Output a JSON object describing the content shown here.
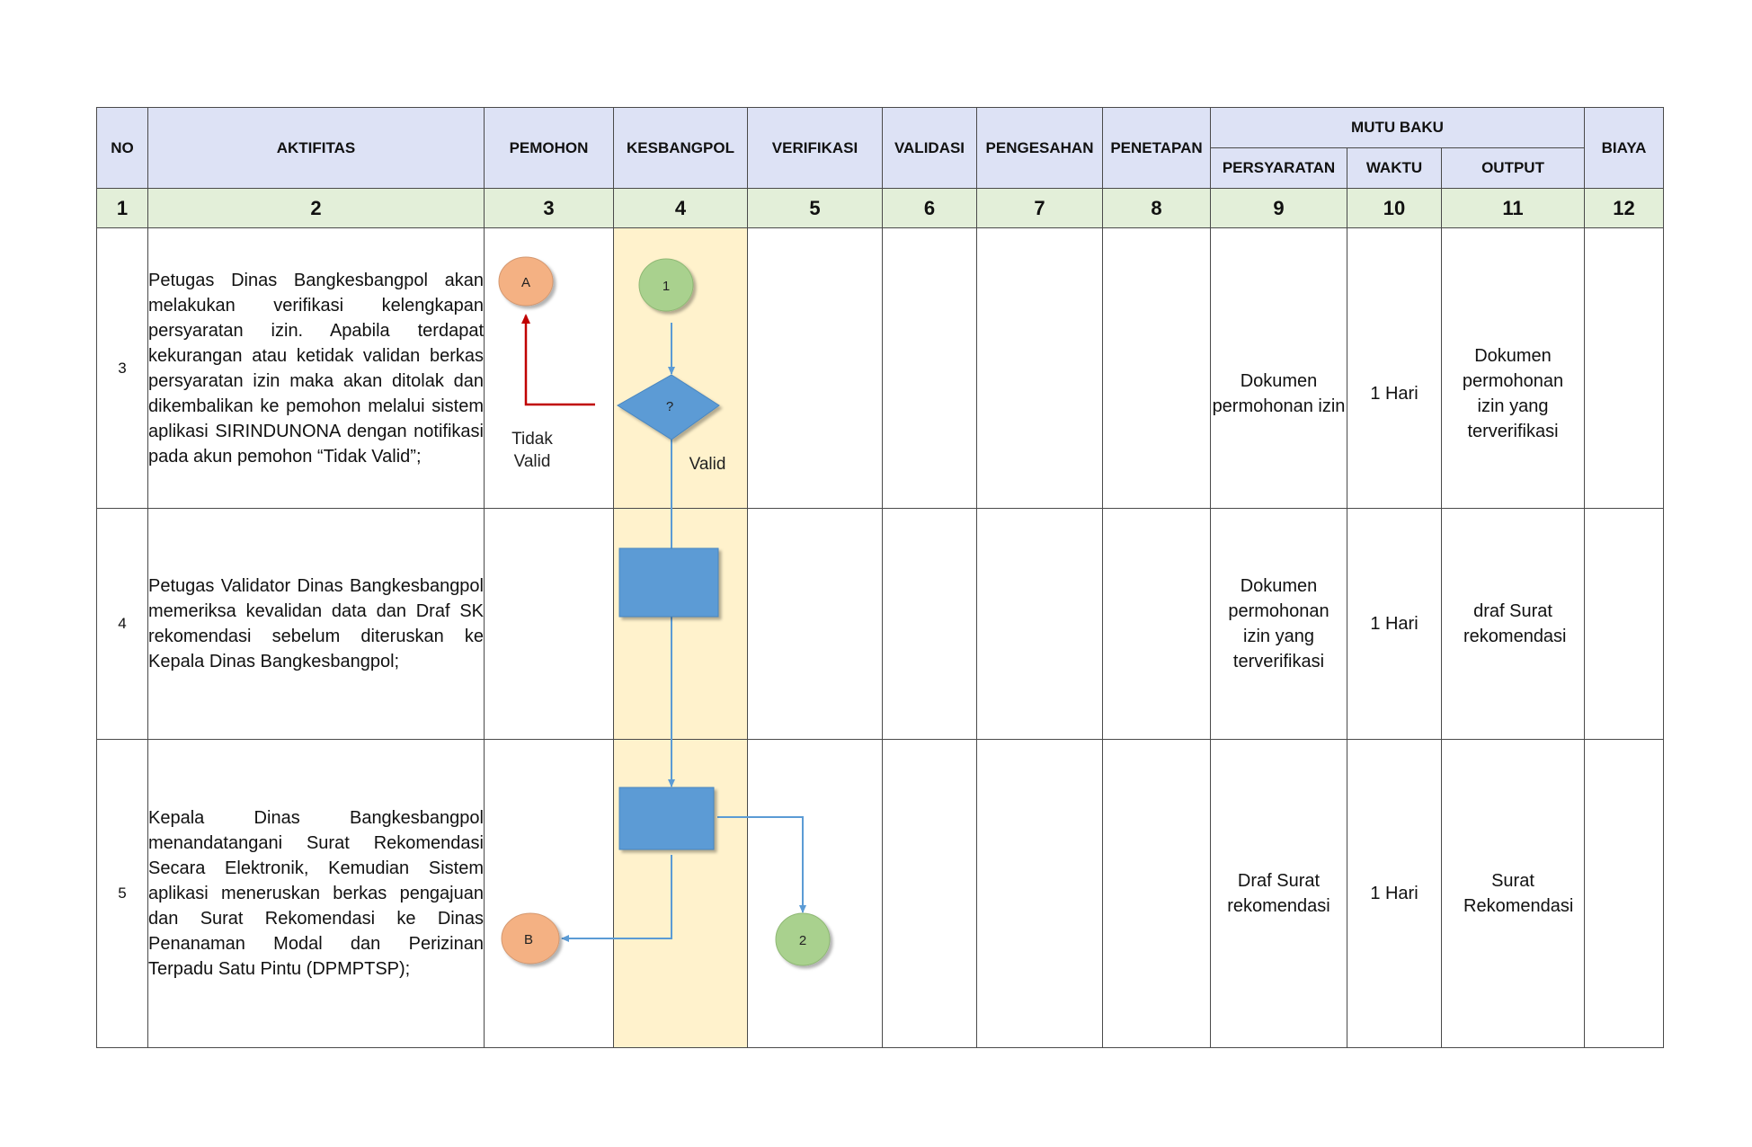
{
  "header": {
    "no": "NO",
    "aktifitas": "AKTIFITAS",
    "pemohon": "PEMOHON",
    "kesbangpol": "KESBANGPOL",
    "verifikasi": "VERIFIKASI",
    "validasi": "VALIDASI",
    "pengesahan": "PENGESAHAN",
    "penetapan": "PENETAPAN",
    "mutu_baku": "MUTU BAKU",
    "persyaratan": "PERSYARATAN",
    "waktu": "WAKTU",
    "output": "OUTPUT",
    "biaya": "BIAYA"
  },
  "column_numbers": [
    "1",
    "2",
    "3",
    "4",
    "5",
    "6",
    "7",
    "8",
    "9",
    "10",
    "11",
    "12"
  ],
  "rows": [
    {
      "no": "3",
      "aktifitas": "Petugas Dinas Bangkesbangpol akan melakukan verifikasi kelengkapan persyaratan izin. Apabila terdapat kekurangan atau ketidak validan berkas persyaratan izin maka akan ditolak dan dikembalikan ke pemohon melalui sistem aplikasi SIRINDUNONA dengan notifikasi pada akun pemohon “Tidak Valid”;",
      "persyaratan": "Dokumen permohonan izin",
      "waktu": "1 Hari",
      "output": "Dokumen permohonan izin yang terverifikasi"
    },
    {
      "no": "4",
      "aktifitas": "Petugas Validator Dinas Bangkesbangpol memeriksa kevalidan data dan Draf SK rekomendasi sebelum diteruskan ke Kepala Dinas Bangkesbangpol;",
      "persyaratan": "Dokumen permohonan izin yang terverifikasi",
      "waktu": "1 Hari",
      "output": "draf Surat rekomendasi"
    },
    {
      "no": "5",
      "aktifitas": "Kepala Dinas Bangkesbangpol menandatangani Surat Rekomendasi Secara Elektronik, Kemudian Sistem aplikasi meneruskan berkas pengajuan dan Surat Rekomendasi ke Dinas Penanaman Modal dan Perizinan Terpadu Satu Pintu (DPMPTSP);",
      "persyaratan": "Draf Surat rekomendasi",
      "waktu": "1 Hari",
      "output": "Surat Rekomendasi"
    }
  ],
  "flow": {
    "connector_a": "A",
    "connector_1": "1",
    "decision": "?",
    "label_tidak": "Tidak",
    "label_valid_under": "Valid",
    "label_valid": "Valid",
    "connector_b": "B",
    "connector_2": "2"
  },
  "colors": {
    "header_bg": "#dde2f5",
    "number_row_bg": "#e3efd9",
    "lane_bg": "#fff2cc",
    "process_blue": "#5b9bd5",
    "connector_green": "#a9d18e",
    "connector_orange": "#f4b183",
    "reject_arrow": "#c00000"
  }
}
